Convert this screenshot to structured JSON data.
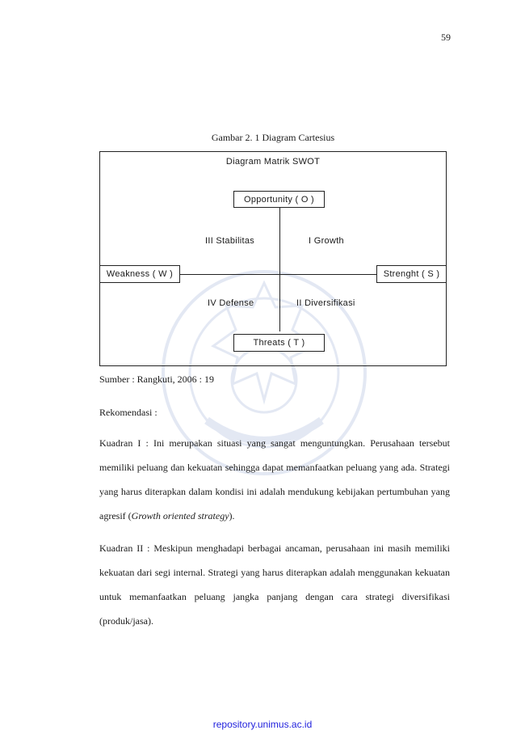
{
  "page_number": "59",
  "caption": "Gambar 2. 1 Diagram Cartesius",
  "diagram": {
    "title": "Diagram Matrik SWOT",
    "top_box": "Opportunity ( O )",
    "bottom_box": "Threats ( T )",
    "left_box": "Weakness ( W )",
    "right_box": "Strenght ( S )",
    "q_top_left": "III Stabilitas",
    "q_top_right": "I Growth",
    "q_bottom_left": "IV Defense",
    "q_bottom_right": "II Diversifikasi"
  },
  "source": "Sumber : Rangkuti, 2006 : 19",
  "rekomendasi": "Rekomendasi :",
  "para1": {
    "text": "Kuadran I : Ini merupakan situasi yang sangat menguntungkan. Perusahaan tersebut memiliki peluang dan kekuatan sehingga dapat memanfaatkan peluang yang ada. Strategi yang harus diterapkan dalam kondisi ini adalah mendukung kebijakan pertumbuhan yang agresif (",
    "italic": "Growth oriented strategy",
    "end": ")."
  },
  "para2": "Kuadran II : Meskipun menghadapi berbagai ancaman, perusahaan ini masih memiliki kekuatan dari segi internal. Strategi yang harus diterapkan adalah menggunakan kekuatan untuk memanfaatkan peluang jangka panjang dengan cara strategi diversifikasi (produk/jasa).",
  "footer": "repository.unimus.ac.id",
  "colors": {
    "footer_link": "#2222dd",
    "watermark": "#3355aa"
  }
}
